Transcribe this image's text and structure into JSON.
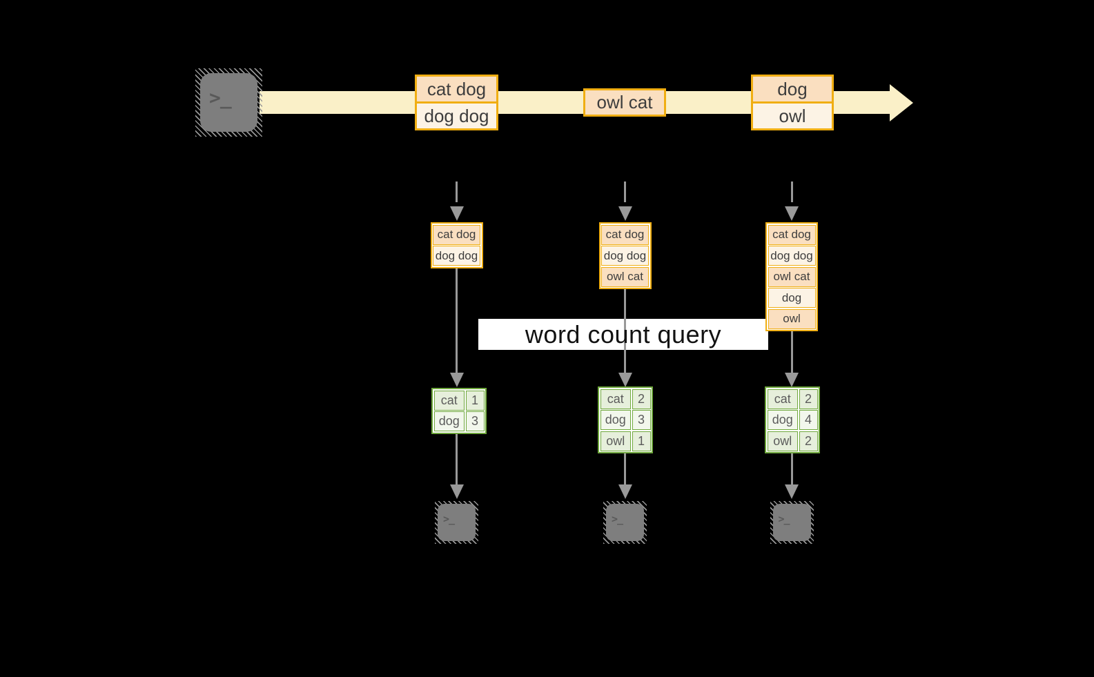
{
  "colors": {
    "background": "#000000",
    "stream_band": "#FAF0C8",
    "orange_border": "#F0AE12",
    "cell_peach": "#FADFC0",
    "cell_cream": "#FCF3E5",
    "green_border": "#6FA83C",
    "green_cell_dark": "#E6EFDB",
    "green_cell_light": "#F2F7EC",
    "arrow_gray": "#999999",
    "terminal_gray": "#7E7E7E",
    "text_dark": "#3D3D3D"
  },
  "source_terminal": {
    "glyph": ">_"
  },
  "stream": {
    "batches": [
      {
        "cells": [
          {
            "text": "cat dog"
          },
          {
            "text": "dog dog"
          }
        ]
      },
      {
        "cells": [
          {
            "text": "owl cat"
          }
        ]
      },
      {
        "cells": [
          {
            "text": "dog"
          },
          {
            "text": "owl"
          }
        ]
      }
    ]
  },
  "query_label": "word count query",
  "workers": [
    {
      "buffer": [
        {
          "text": "cat dog"
        },
        {
          "text": "dog dog"
        }
      ],
      "counts": [
        {
          "word": "cat",
          "count": "1"
        },
        {
          "word": "dog",
          "count": "3"
        }
      ],
      "sink_glyph": ">_"
    },
    {
      "buffer": [
        {
          "text": "cat dog"
        },
        {
          "text": "dog dog"
        },
        {
          "text": "owl cat"
        }
      ],
      "counts": [
        {
          "word": "cat",
          "count": "2"
        },
        {
          "word": "dog",
          "count": "3"
        },
        {
          "word": "owl",
          "count": "1"
        }
      ],
      "sink_glyph": ">_"
    },
    {
      "buffer": [
        {
          "text": "cat dog"
        },
        {
          "text": "dog dog"
        },
        {
          "text": "owl cat"
        },
        {
          "text": "dog"
        },
        {
          "text": "owl"
        }
      ],
      "counts": [
        {
          "word": "cat",
          "count": "2"
        },
        {
          "word": "dog",
          "count": "4"
        },
        {
          "word": "owl",
          "count": "2"
        }
      ],
      "sink_glyph": ">_"
    }
  ]
}
